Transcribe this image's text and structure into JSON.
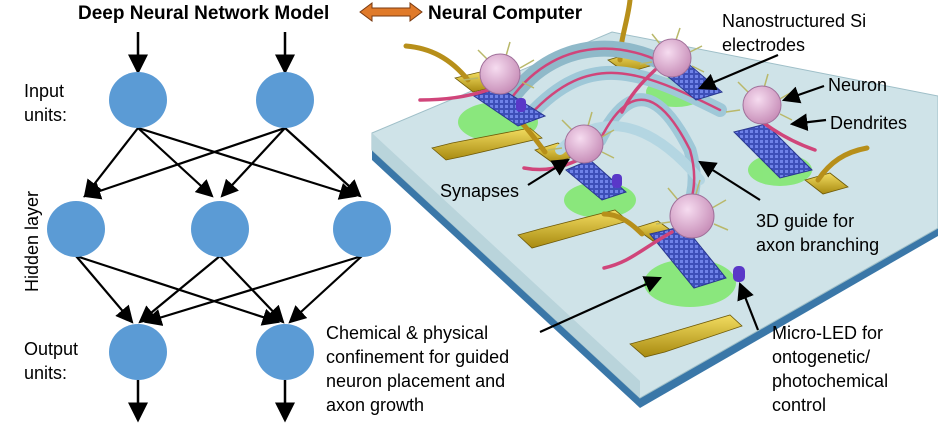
{
  "header": {
    "left_title": "Deep Neural Network Model",
    "right_title": "Neural Computer"
  },
  "network": {
    "input_label": [
      "Input",
      "units:"
    ],
    "hidden_label": "Hidden layer",
    "output_label": [
      "Output",
      "units:"
    ],
    "node_color": "#5b9bd5",
    "layers": [
      2,
      3,
      2
    ]
  },
  "device": {
    "labels": {
      "nano_si": [
        "Nanostructured Si",
        "electrodes"
      ],
      "neuron": "Neuron",
      "dendrites": "Dendrites",
      "synapses": "Synapses",
      "guide": [
        "3D guide for",
        "axon branching"
      ],
      "confinement": [
        "Chemical & physical",
        "confinement for guided",
        "neuron placement and",
        "axon growth"
      ],
      "led": [
        "Micro-LED for",
        "ontogenetic/",
        "photochemical",
        "control"
      ]
    },
    "colors": {
      "slab_top": "#cfe3e8",
      "slab_edge": "#3a77a8",
      "pad_gold": "#d6b830",
      "electrode_blue": "#4a5ccf",
      "confinement_green": "#7ee86a",
      "neuron_pink": "#e8b4d8",
      "axon_magenta": "#d0457a",
      "guide_tube": "#9fc8d8",
      "arrow_orange": "#e07a2a"
    }
  }
}
